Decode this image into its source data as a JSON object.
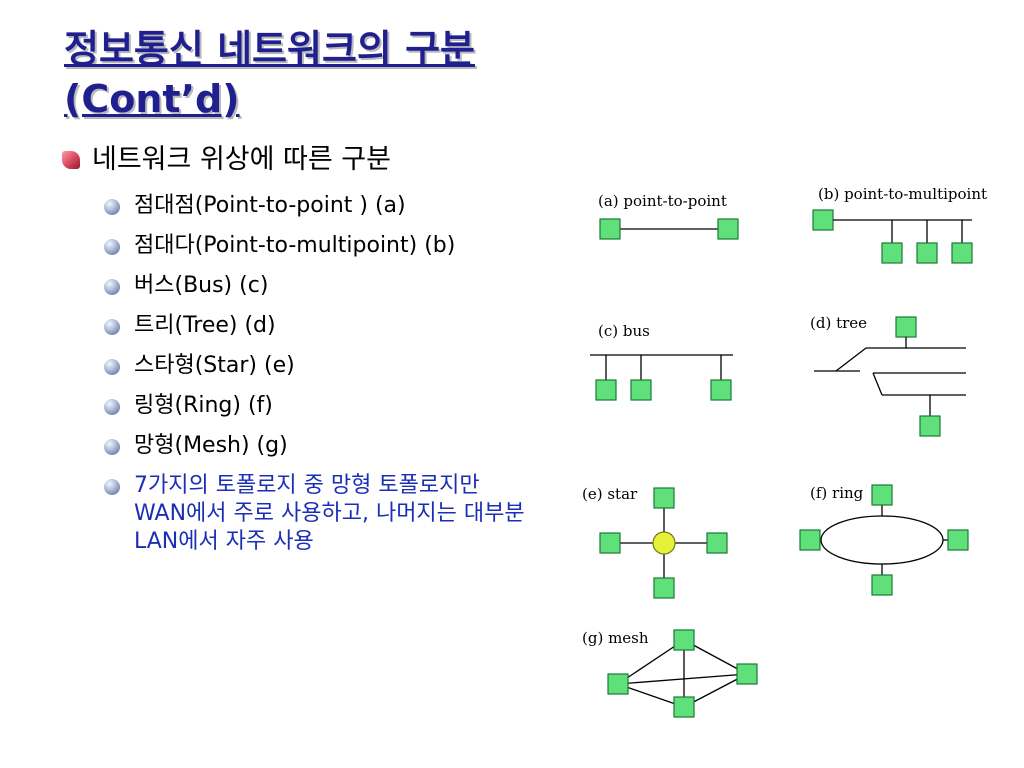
{
  "slide": {
    "title_line1": "정보통신 네트워크의 구분",
    "title_line2": "(Cont’d)",
    "main_bullet": "네트워크 위상에 따른 구분",
    "sub_items": [
      "점대점(Point-to-point ) (a)",
      "점대다(Point-to-multipoint) (b)",
      "버스(Bus) (c)",
      "트리(Tree) (d)",
      "스타형(Star) (e)",
      "링형(Ring) (f)",
      "망형(Mesh) (g)",
      "7가지의 토폴로지 중 망형 토폴로지만 WAN에서 주로 사용하고, 나머지는 대부분 LAN에서 자주 사용"
    ],
    "highlight_color": "#1a2fb5"
  },
  "diagrams": {
    "a": "(a) point-to-point",
    "b": "(b) point-to-multipoint",
    "c": "(c) bus",
    "d": "(d) tree",
    "e": "(e) star",
    "f": "(f) ring",
    "g": "(g) mesh"
  }
}
